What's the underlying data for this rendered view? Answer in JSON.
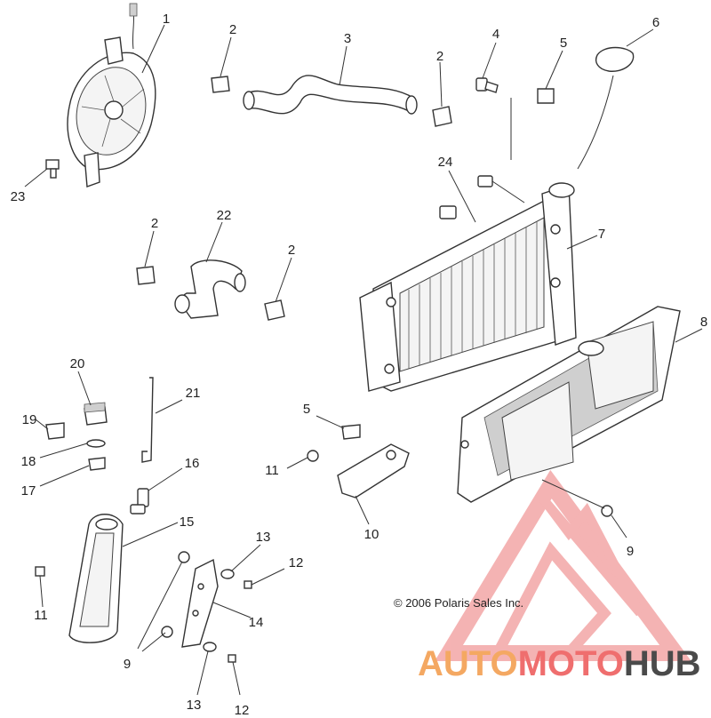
{
  "callouts": [
    "1",
    "2",
    "3",
    "2",
    "4",
    "5",
    "6",
    "23",
    "24",
    "7",
    "2",
    "22",
    "2",
    "8",
    "20",
    "21",
    "19",
    "5",
    "18",
    "11",
    "16",
    "17",
    "10",
    "15",
    "9",
    "11",
    "13",
    "12",
    "14",
    "9",
    "13",
    "12"
  ],
  "copyright": "© 2006 Polaris Sales Inc.",
  "watermark": {
    "part1": "AUTO",
    "part2": "MOTO",
    "part3": "HUB"
  },
  "colors": {
    "brand_orange": "#f4a862",
    "brand_red": "#ef6e6e",
    "brand_dark": "#4a4a4a",
    "line": "#333333"
  }
}
